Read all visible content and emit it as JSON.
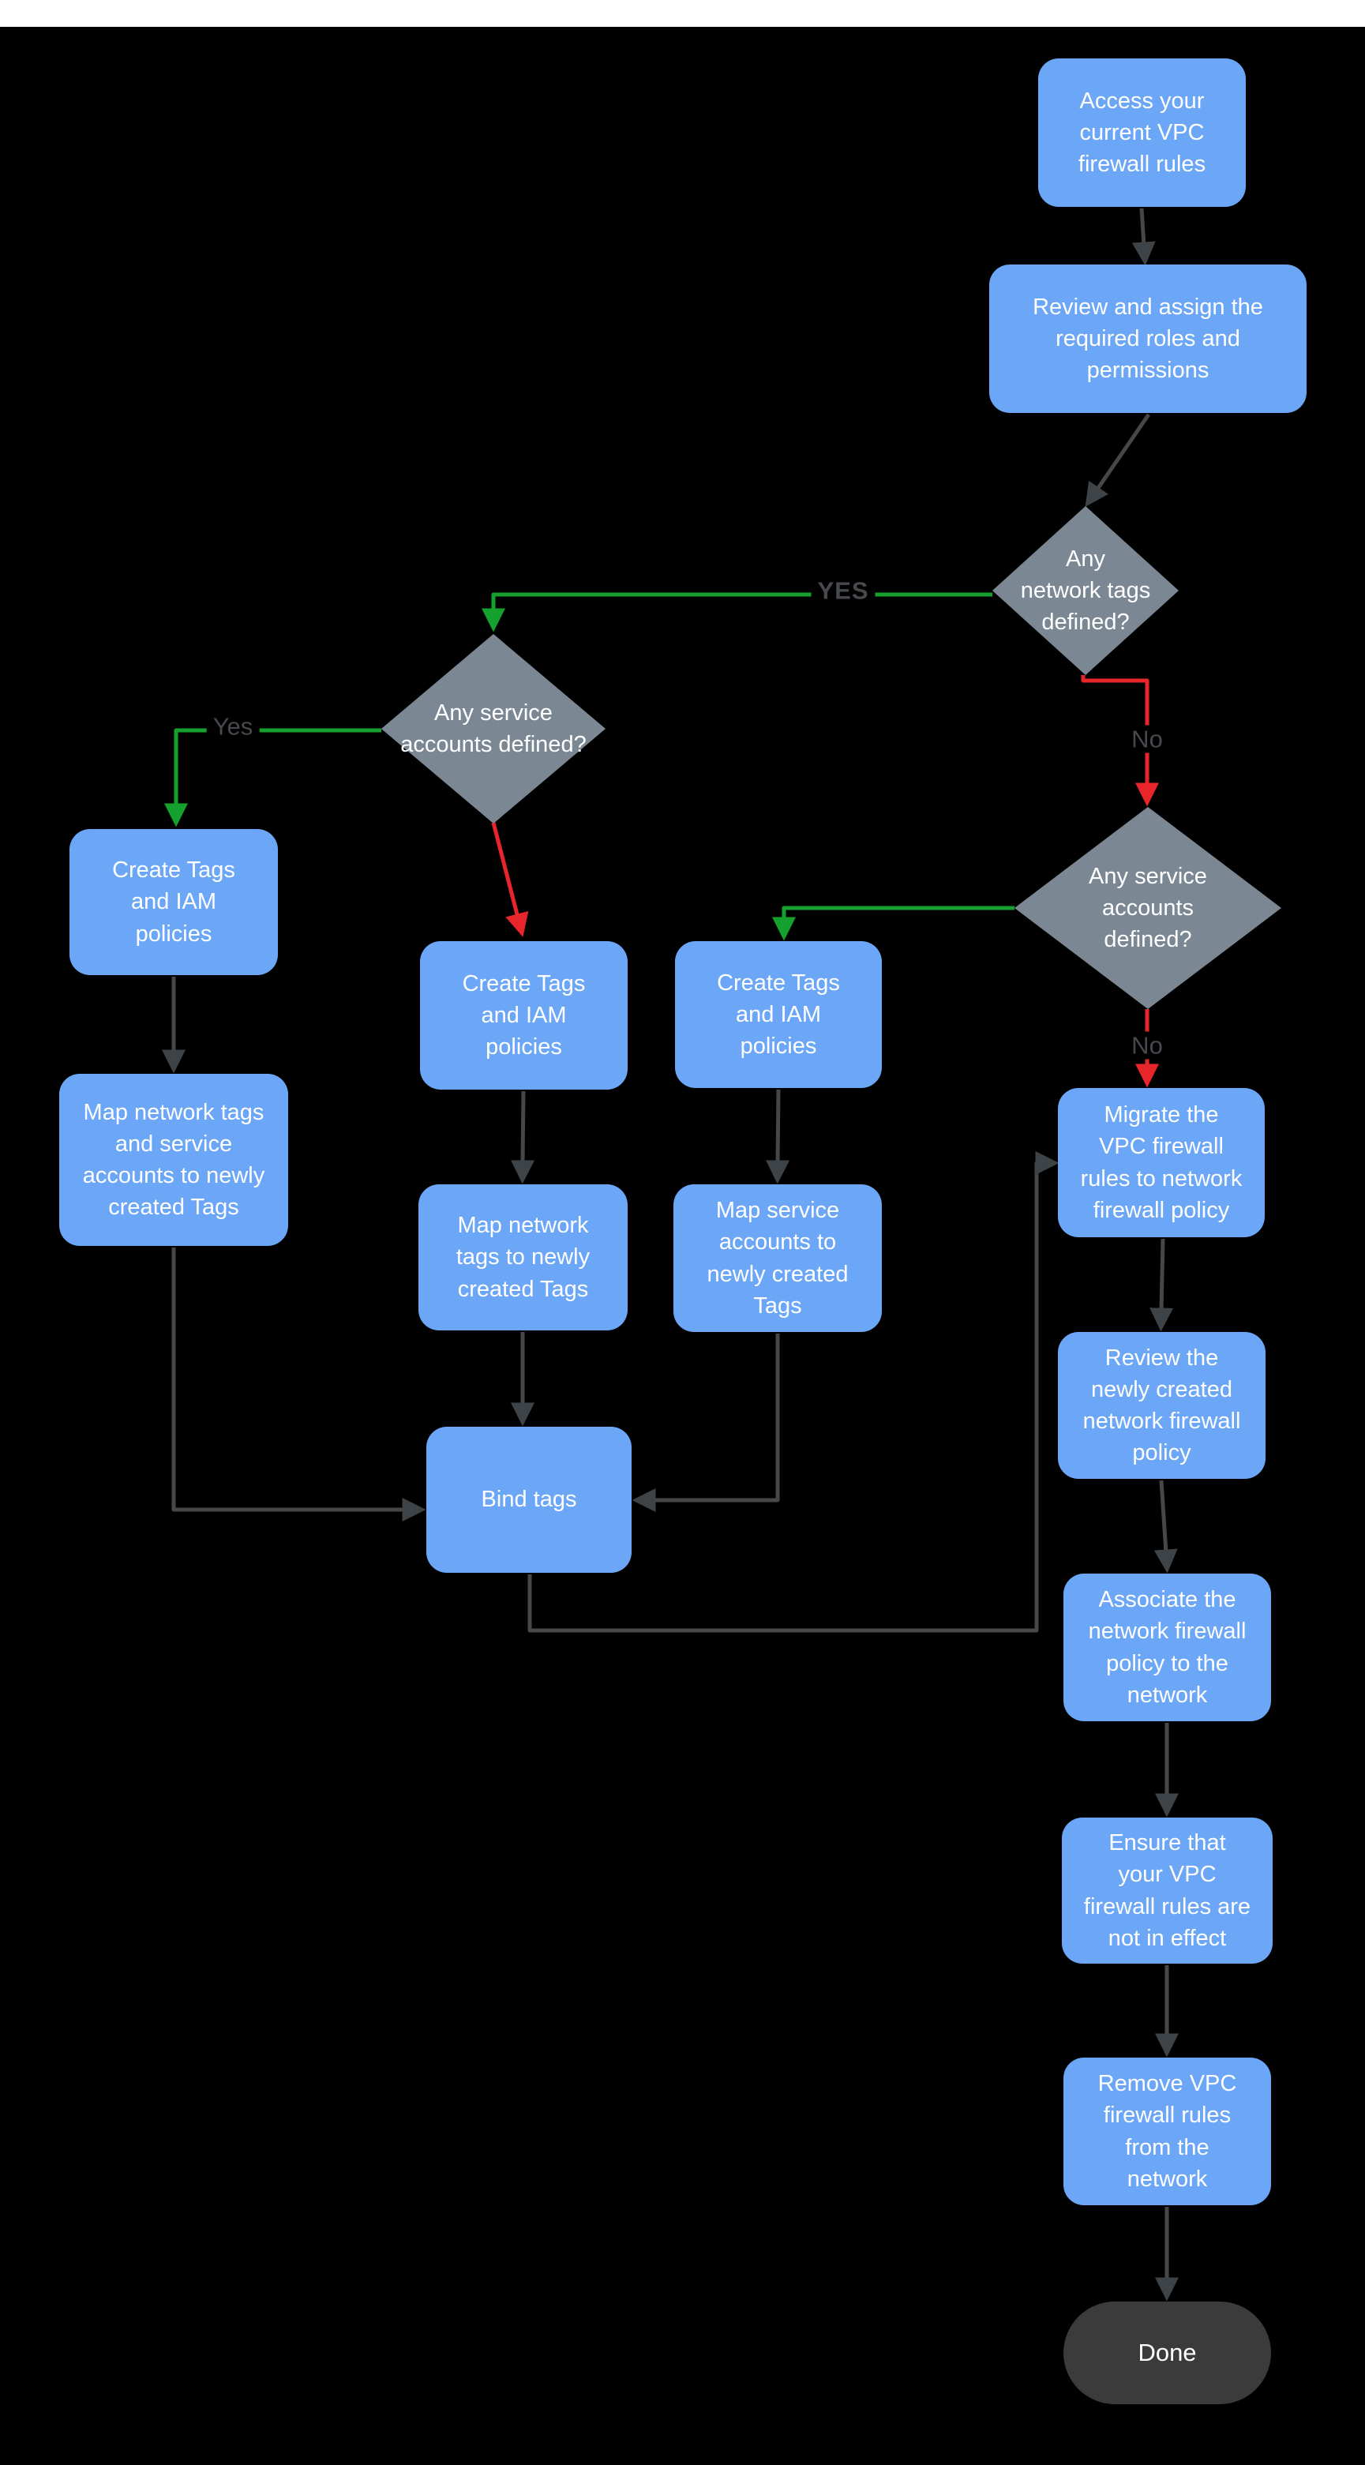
{
  "page": {
    "background_color": "#000000",
    "top_bar_color": "#ffffff",
    "diagram_topic": "Migrate VPC firewall rules to network firewall policy"
  },
  "colors": {
    "process_fill": "#6BA6F7",
    "decision_fill": "#7B8894",
    "terminator_fill": "#3B3B3B",
    "node_text": "#ffffff",
    "edge_gray": "#474747",
    "edge_green": "#16A02E",
    "edge_red": "#E8252A",
    "edge_label_text": "#46494D"
  },
  "nodes": {
    "access": {
      "type": "process",
      "label": "Access your\ncurrent VPC\nfirewall rules"
    },
    "review_assign": {
      "type": "process",
      "label": "Review and assign the\nrequired roles and\npermissions"
    },
    "q_network_tags": {
      "type": "decision",
      "label": "Any\nnetwork tags\ndefined?"
    },
    "q_service_left": {
      "type": "decision",
      "label": "Any service\naccounts defined?"
    },
    "create_left": {
      "type": "process",
      "label": "Create Tags\nand IAM\npolicies"
    },
    "map_left": {
      "type": "process",
      "label": "Map network tags\nand service\naccounts to newly\ncreated Tags"
    },
    "create_mid": {
      "type": "process",
      "label": "Create Tags\nand IAM\npolicies"
    },
    "map_mid": {
      "type": "process",
      "label": "Map network\ntags to newly\ncreated Tags"
    },
    "create_right": {
      "type": "process",
      "label": "Create Tags\nand IAM\npolicies"
    },
    "map_right": {
      "type": "process",
      "label": "Map service\naccounts  to\nnewly created\nTags"
    },
    "q_service_right": {
      "type": "decision",
      "label": "Any service\naccounts\ndefined?"
    },
    "migrate": {
      "type": "process",
      "label": "Migrate the\nVPC firewall\nrules to network\nfirewall policy"
    },
    "review_policy": {
      "type": "process",
      "label": "Review the\nnewly created\nnetwork firewall\npolicy"
    },
    "associate": {
      "type": "process",
      "label": "Associate the\nnetwork firewall\npolicy to the\nnetwork"
    },
    "ensure": {
      "type": "process",
      "label": "Ensure that\nyour VPC\nfirewall rules are\nnot in effect"
    },
    "remove": {
      "type": "process",
      "label": "Remove  VPC\nfirewall rules\nfrom the\nnetwork"
    },
    "bind": {
      "type": "process",
      "label": "Bind tags"
    },
    "done": {
      "type": "terminator",
      "label": "Done"
    }
  },
  "edge_labels": {
    "yes_network": "YES",
    "yes_service": "Yes",
    "no_network": "No",
    "no_service": "No"
  },
  "edges": [
    {
      "from": "access",
      "to": "review_assign",
      "color": "gray",
      "label": ""
    },
    {
      "from": "review_assign",
      "to": "q_network_tags",
      "color": "gray",
      "label": ""
    },
    {
      "from": "q_network_tags",
      "to": "q_service_left",
      "color": "green",
      "label": "YES"
    },
    {
      "from": "q_network_tags",
      "to": "q_service_right",
      "color": "red",
      "label": "No"
    },
    {
      "from": "q_service_left",
      "to": "create_left",
      "color": "green",
      "label": "Yes"
    },
    {
      "from": "q_service_left",
      "to": "create_mid",
      "color": "red",
      "label": ""
    },
    {
      "from": "q_service_right",
      "to": "create_right",
      "color": "green",
      "label": ""
    },
    {
      "from": "q_service_right",
      "to": "migrate",
      "color": "red",
      "label": "No"
    },
    {
      "from": "create_left",
      "to": "map_left",
      "color": "gray",
      "label": ""
    },
    {
      "from": "create_mid",
      "to": "map_mid",
      "color": "gray",
      "label": ""
    },
    {
      "from": "create_right",
      "to": "map_right",
      "color": "gray",
      "label": ""
    },
    {
      "from": "map_left",
      "to": "bind",
      "color": "gray",
      "label": ""
    },
    {
      "from": "map_mid",
      "to": "bind",
      "color": "gray",
      "label": ""
    },
    {
      "from": "map_right",
      "to": "bind",
      "color": "gray",
      "label": ""
    },
    {
      "from": "bind",
      "to": "migrate",
      "color": "gray",
      "label": ""
    },
    {
      "from": "migrate",
      "to": "review_policy",
      "color": "gray",
      "label": ""
    },
    {
      "from": "review_policy",
      "to": "associate",
      "color": "gray",
      "label": ""
    },
    {
      "from": "associate",
      "to": "ensure",
      "color": "gray",
      "label": ""
    },
    {
      "from": "ensure",
      "to": "remove",
      "color": "gray",
      "label": ""
    },
    {
      "from": "remove",
      "to": "done",
      "color": "gray",
      "label": ""
    }
  ]
}
